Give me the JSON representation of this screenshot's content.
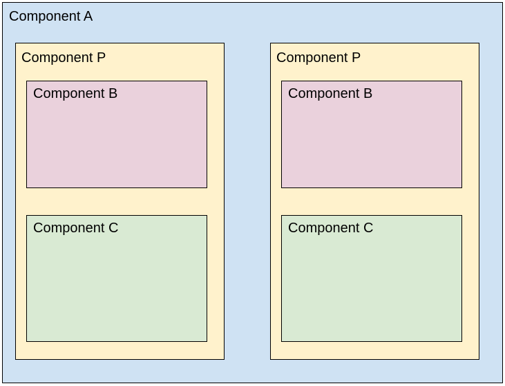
{
  "diagram": {
    "outer": {
      "label": "Component A"
    },
    "groups": [
      {
        "label": "Component P",
        "children": [
          {
            "label": "Component B"
          },
          {
            "label": "Component C"
          }
        ]
      },
      {
        "label": "Component P",
        "children": [
          {
            "label": "Component B"
          },
          {
            "label": "Component C"
          }
        ]
      }
    ],
    "colors": {
      "outer_fill": "#cfe2f3",
      "group_fill": "#fff2cc",
      "child_b_fill": "#ead1dc",
      "child_c_fill": "#d9ead3",
      "border": "#000000",
      "text": "#000000"
    }
  }
}
